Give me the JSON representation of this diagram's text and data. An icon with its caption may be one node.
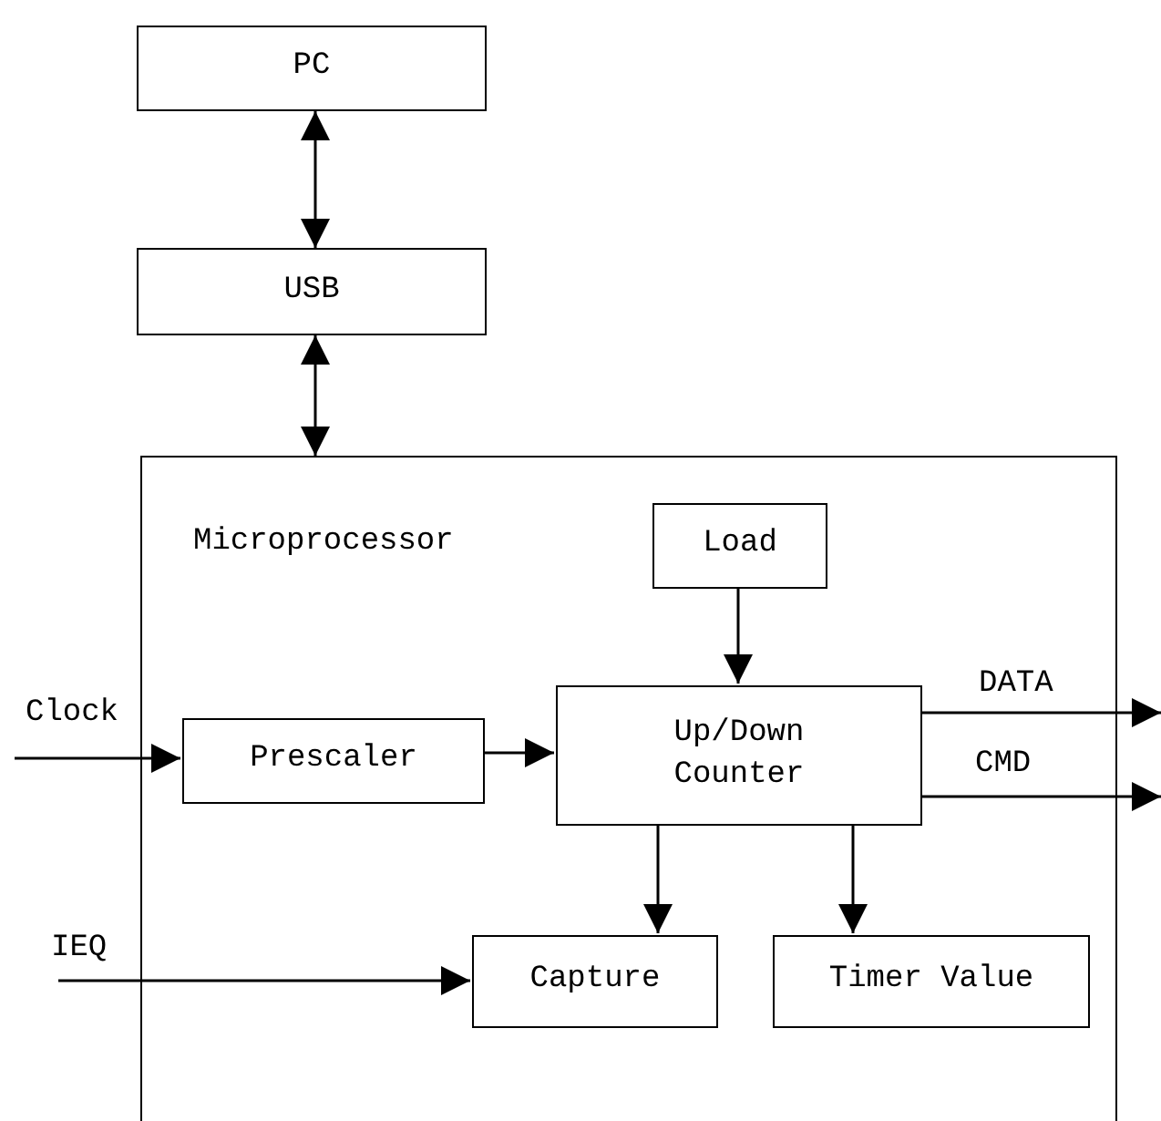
{
  "diagram": {
    "nodes": [
      {
        "text": [
          "PC"
        ]
      },
      {
        "text": [
          "USB"
        ]
      },
      {
        "text": [
          "Microprocessor"
        ]
      },
      {
        "text": [
          "Load"
        ],
        "in": 2
      },
      {
        "text": [
          "Prescaler"
        ],
        "in": 2
      },
      {
        "text": [
          "Up/Down Counter"
        ],
        "in": 2
      },
      {
        "text": [
          "Capture"
        ],
        "in": 2
      },
      {
        "text": [
          "Timer Value"
        ],
        "in": 2
      }
    ],
    "edges": [
      {
        "from": 0,
        "to": 1,
        "arrow": "both"
      },
      {
        "from": 1,
        "to": 2,
        "arrow": "both"
      },
      {
        "from": 3,
        "to": 5,
        "arrow": "to"
      },
      {
        "from": null,
        "to": 4,
        "arrow": "to",
        "label": "Clock"
      },
      {
        "from": 4,
        "to": 5,
        "arrow": "to"
      },
      {
        "from": 5,
        "to": null,
        "arrow": "to",
        "label": "DATA"
      },
      {
        "from": 5,
        "to": null,
        "arrow": "to",
        "label": "CMD"
      },
      {
        "from": 5,
        "to": 6,
        "arrow": "to"
      },
      {
        "from": 5,
        "to": 7,
        "arrow": "to"
      },
      {
        "from": null,
        "to": 6,
        "arrow": "to",
        "label": "IEQ"
      }
    ]
  }
}
